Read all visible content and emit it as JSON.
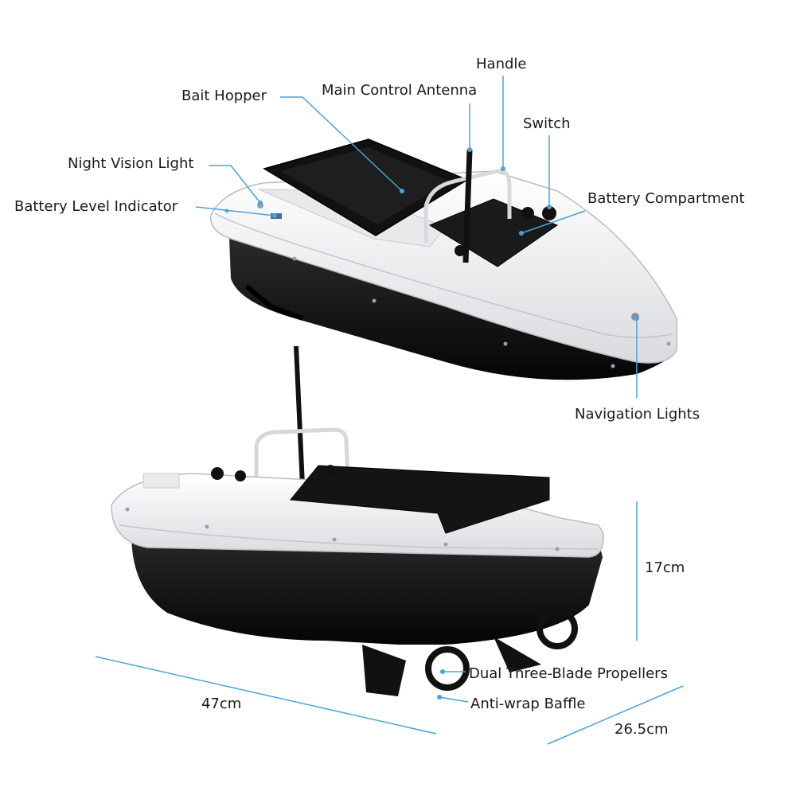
{
  "labels": {
    "handle": "Handle",
    "bait_hopper": "Bait Hopper",
    "main_control_antenna": "Main Control Antenna",
    "switch": "Switch",
    "night_vision_light": "Night Vision Light",
    "battery_compartment": "Battery Compartment",
    "battery_level_indicator": "Battery Level Indicator",
    "navigation_lights": "Navigation Lights",
    "dual_propellers": "Dual Three-Blade Propellers",
    "anti_wrap_baffle": "Anti-wrap Baffle"
  },
  "dimensions": {
    "height": "17cm",
    "length": "47cm",
    "width": "26.5cm"
  },
  "colors": {
    "leader": "#4aa3d8",
    "hull_white": "#f3f4f5",
    "hull_black": "#141414"
  }
}
